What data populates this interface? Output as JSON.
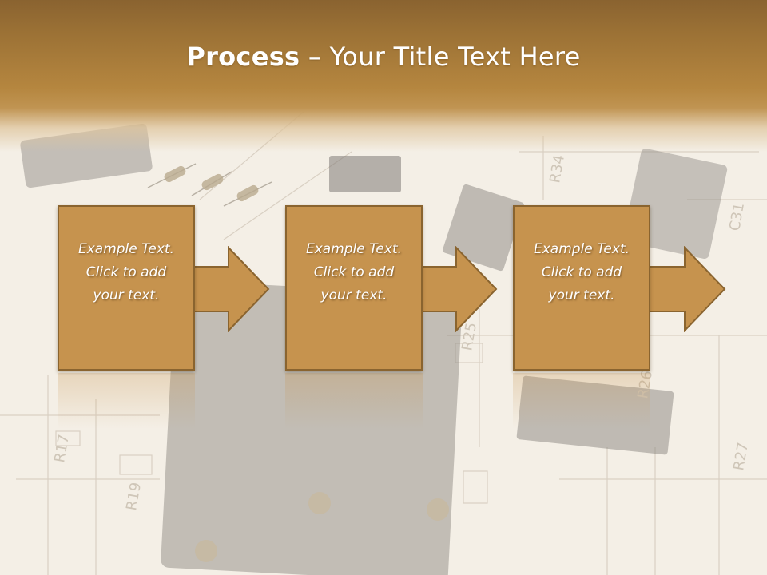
{
  "slide": {
    "title_bold": "Process",
    "title_rest": " – Your Title Text Here"
  },
  "steps": [
    {
      "line1": "Example Text.",
      "line2": "Click  to add",
      "line3": "your text."
    },
    {
      "line1": "Example Text.",
      "line2": "Click  to add",
      "line3": "your text."
    },
    {
      "line1": "Example Text.",
      "line2": "Click  to add",
      "line3": "your text."
    }
  ],
  "colors": {
    "title_band": "#9b7135",
    "box_fill": "#c6934e",
    "box_border": "#8a642f",
    "text": "#ffffff"
  }
}
